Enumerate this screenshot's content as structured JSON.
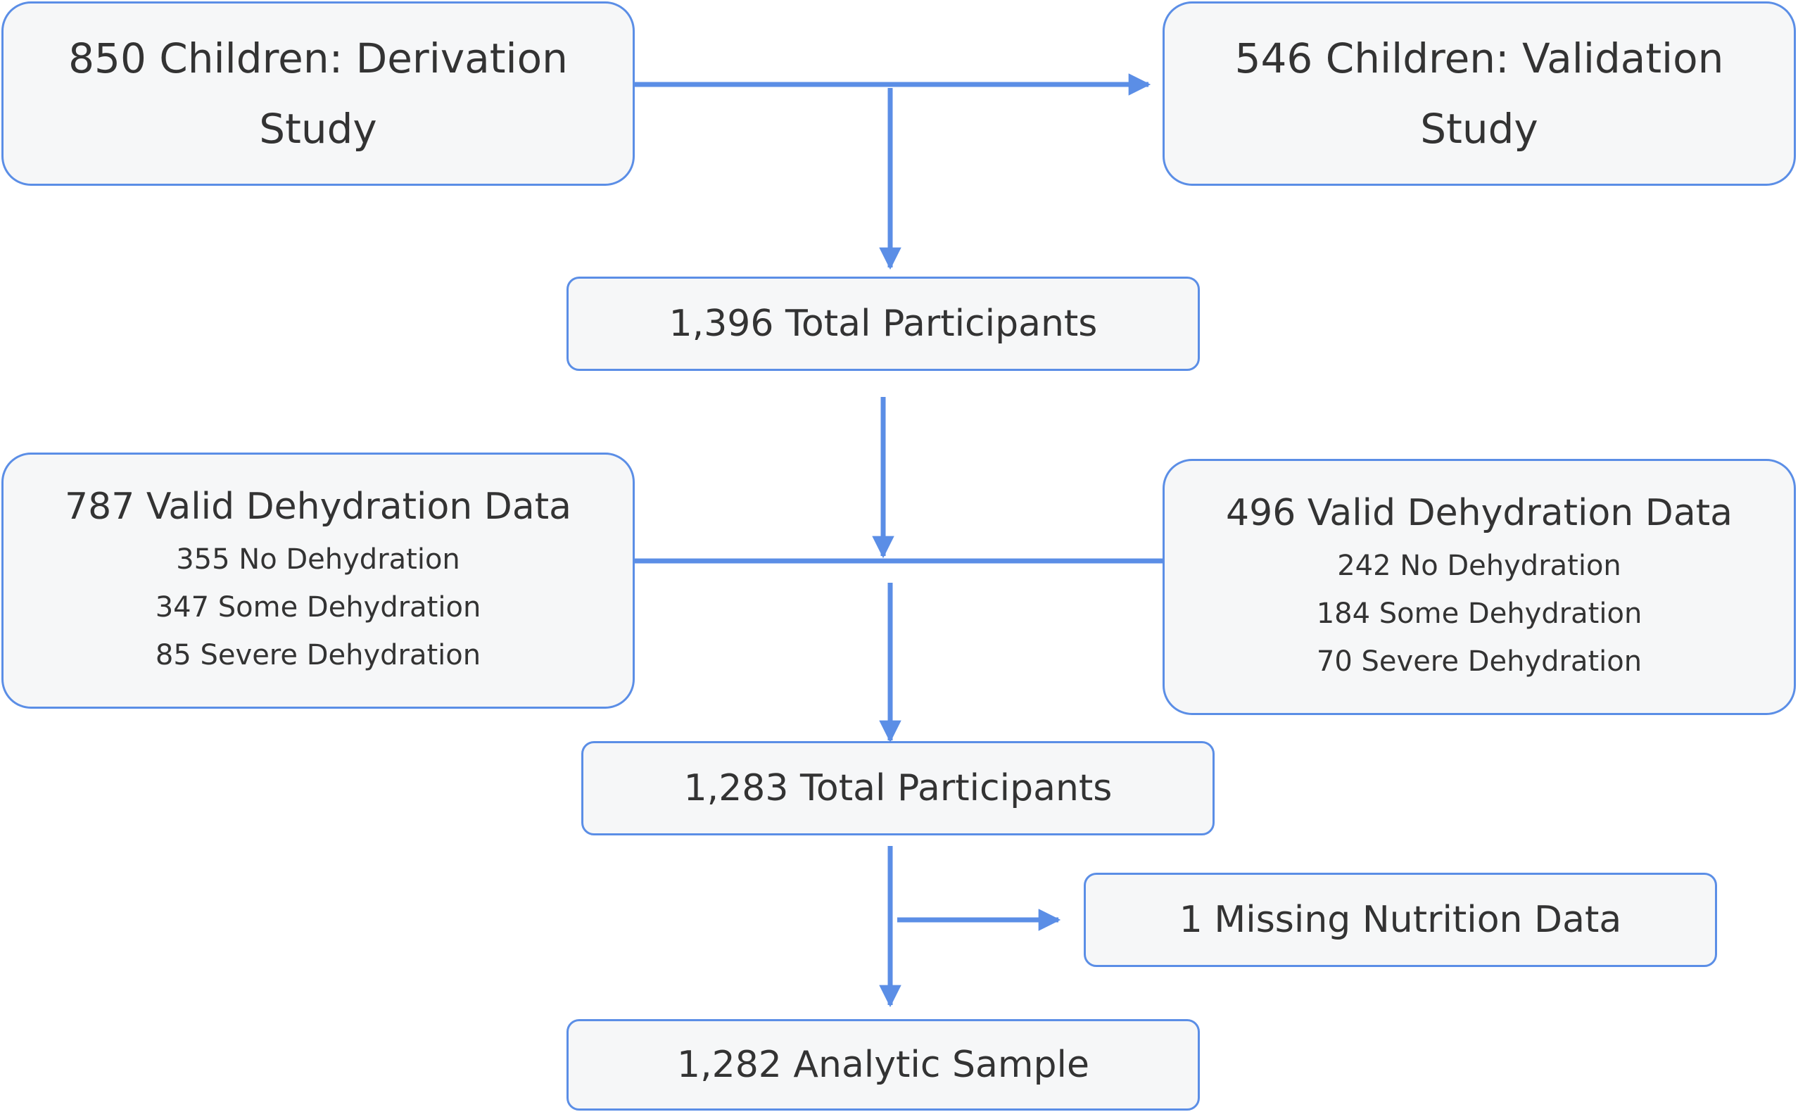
{
  "boxes": {
    "derivation": "850 Children: Derivation Study",
    "validation": "546 Children: Validation Study",
    "total_1": "1,396 Total Participants",
    "valid_left": {
      "title": "787 Valid Dehydration Data",
      "lines": [
        "355 No Dehydration",
        "347 Some Dehydration",
        "85 Severe Dehydration"
      ]
    },
    "valid_right": {
      "title": "496 Valid Dehydration Data",
      "lines": [
        "242 No Dehydration",
        "184 Some Dehydration",
        "70 Severe Dehydration"
      ]
    },
    "total_2": "1,283 Total Participants",
    "missing": "1 Missing Nutrition Data",
    "analytic": "1,282 Analytic Sample"
  },
  "colors": {
    "border": "#5b8ee6",
    "arrow": "#5b8ee6",
    "fill": "#f6f7f8",
    "text": "#333333"
  }
}
